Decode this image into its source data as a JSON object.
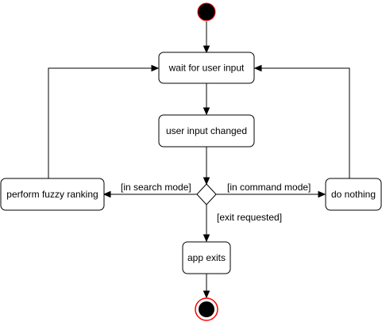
{
  "nodes": {
    "wait_input": "wait for user input",
    "input_changed": "user input changed",
    "fuzzy_ranking": "perform fuzzy ranking",
    "do_nothing": "do nothing",
    "app_exits": "app exits"
  },
  "guards": {
    "search_mode": "[in search mode]",
    "command_mode": "[in command mode]",
    "exit_requested": "[exit requested]"
  },
  "colors": {
    "node_fill": "#ffffff",
    "stroke": "#000000",
    "start_fill": "#000000",
    "end_ring": "#ff0000"
  }
}
